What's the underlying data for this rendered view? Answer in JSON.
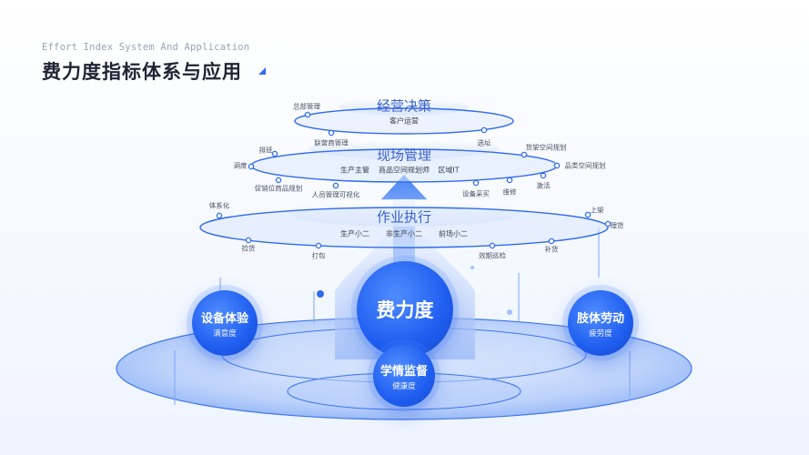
{
  "header": {
    "subtitle": "Effort Index System And Application",
    "title": "费力度指标体系与应用"
  },
  "colors": {
    "accent": "#2f6bf0",
    "ring": "#5b8ef5",
    "text": "#1f2433"
  },
  "tiers": {
    "top": {
      "title": "经营决策",
      "subs": [
        "客户运营"
      ],
      "nodes": [
        "总部管理",
        "联营商管理",
        "选址"
      ]
    },
    "mid": {
      "title": "现场管理",
      "subs": [
        "生产主管",
        "商品空间规划师",
        "区域IT"
      ],
      "nodes": [
        "排班",
        "调度",
        "促销位商品规划",
        "人员管理可视化",
        "设备采买",
        "维修",
        "激活",
        "品类空间规划",
        "货架空间规划"
      ]
    },
    "low": {
      "title": "作业执行",
      "subs": [
        "生产小二",
        "非生产小二",
        "前场小二"
      ],
      "nodes": [
        "体系化",
        "捡货",
        "打包",
        "效期巡检",
        "补货",
        "理货",
        "上架"
      ]
    }
  },
  "bubbles": {
    "center": {
      "title": "费力度"
    },
    "left": {
      "title": "设备体验",
      "sub": "满意度"
    },
    "right": {
      "title": "肢体劳动",
      "sub": "疲劳度"
    },
    "bottom": {
      "title": "学情监督",
      "sub": "健康度"
    }
  }
}
